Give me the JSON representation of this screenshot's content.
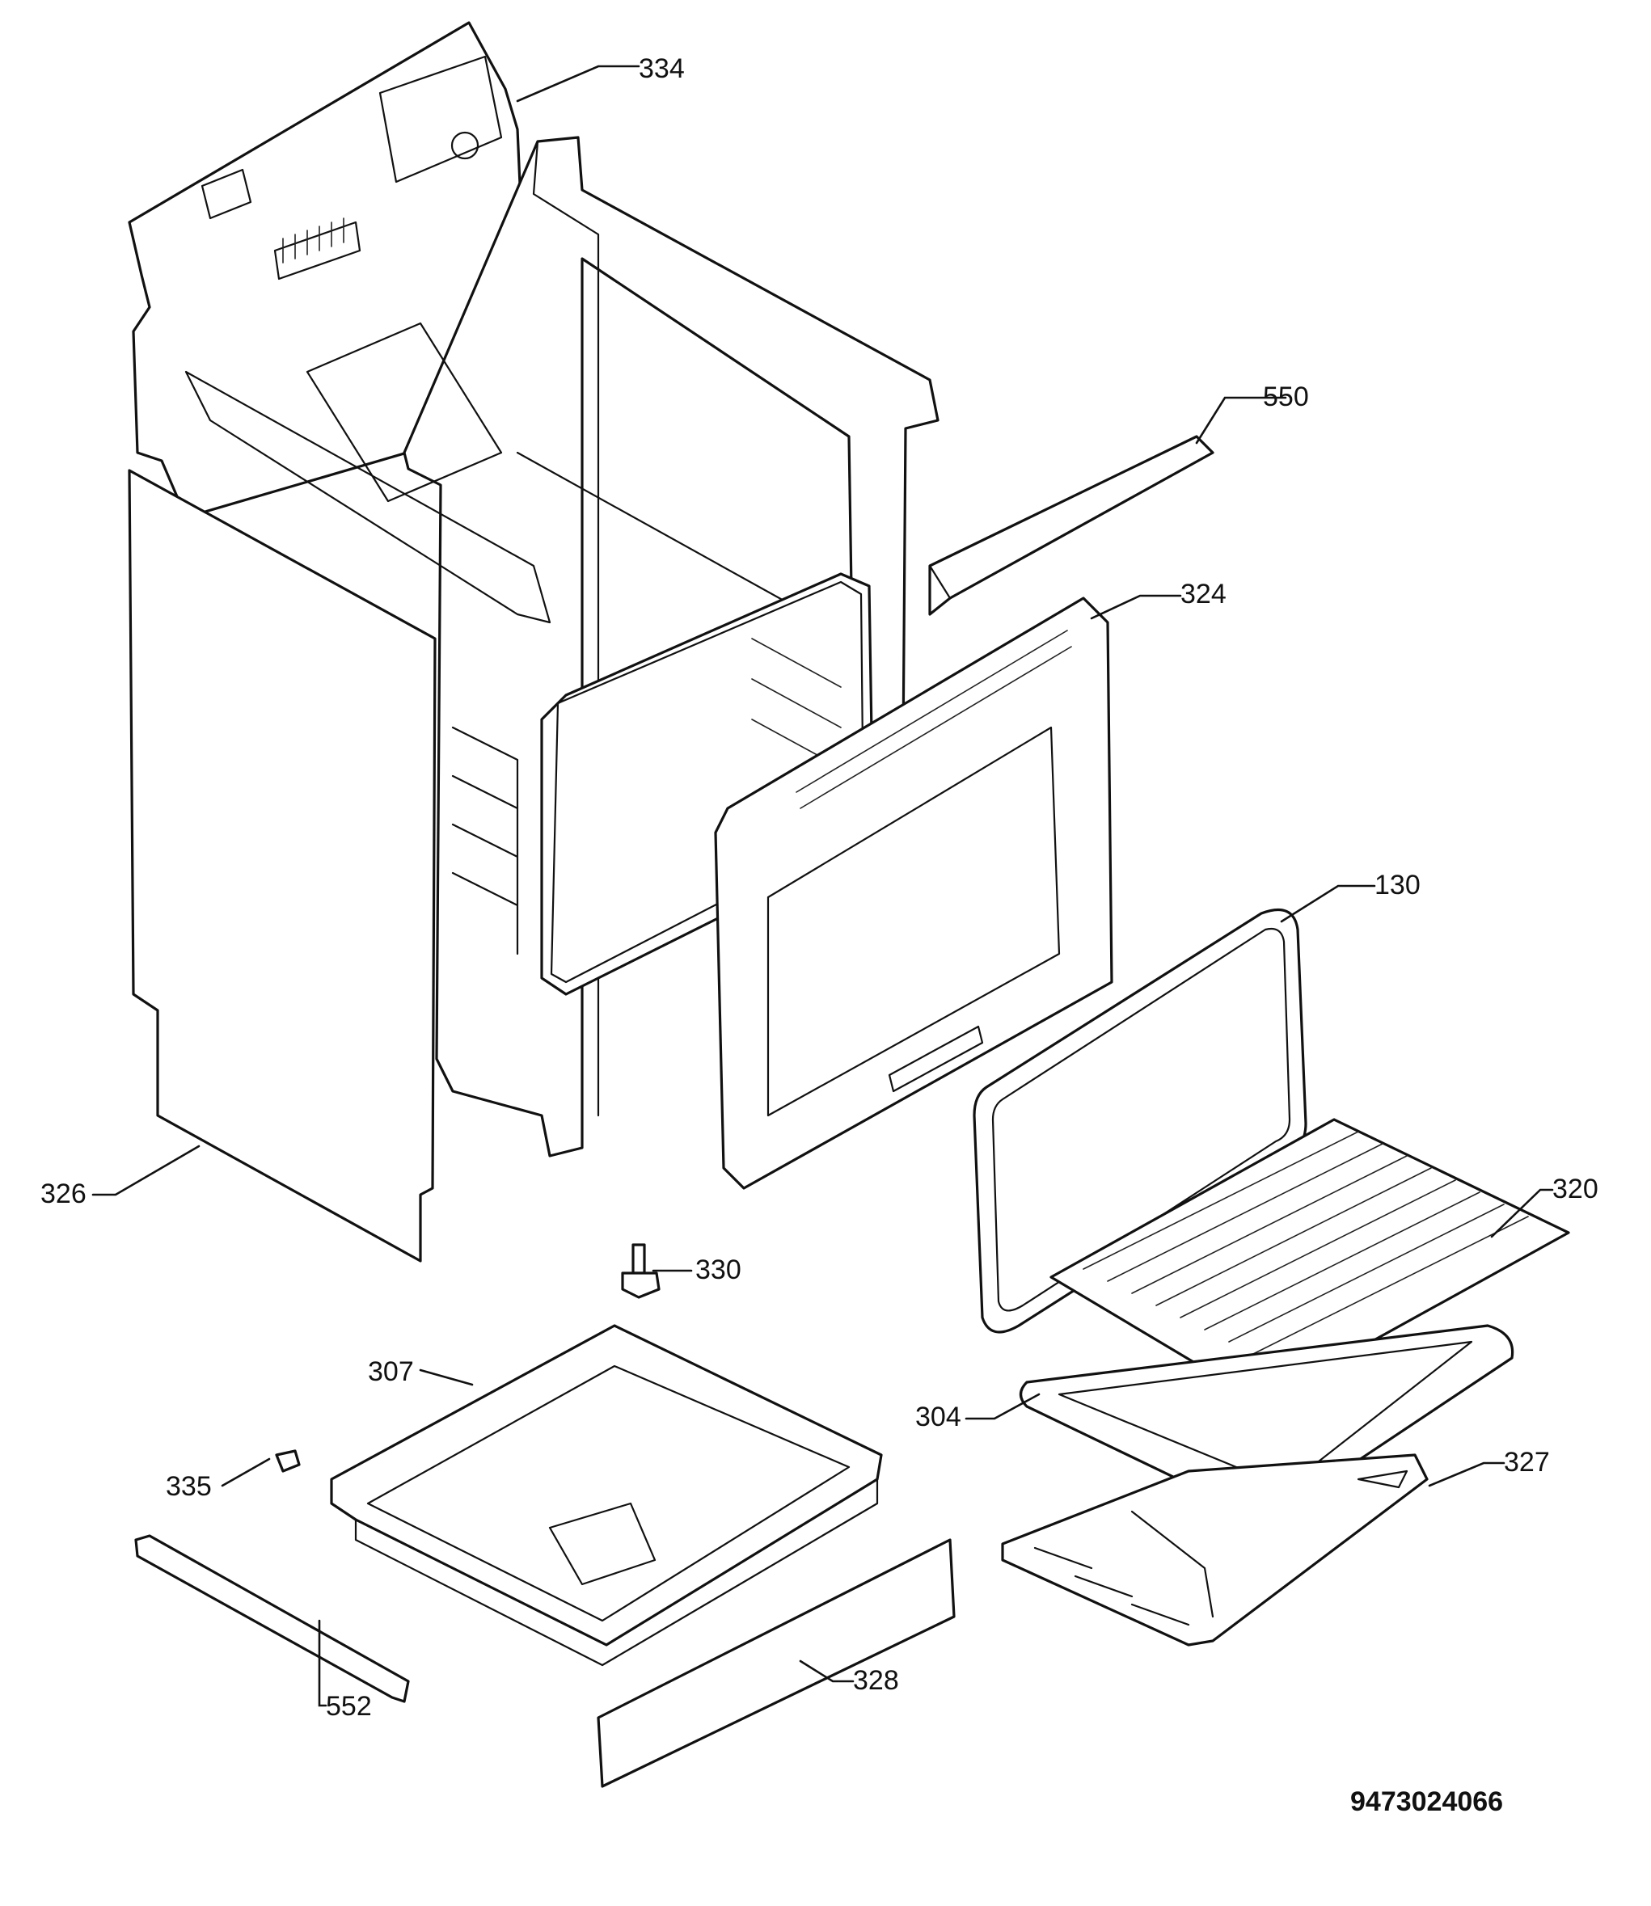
{
  "diagram": {
    "document_number": "9473024066",
    "callouts": [
      {
        "id": "334",
        "label": "334"
      },
      {
        "id": "550",
        "label": "550"
      },
      {
        "id": "324",
        "label": "324"
      },
      {
        "id": "130",
        "label": "130"
      },
      {
        "id": "320",
        "label": "320"
      },
      {
        "id": "326",
        "label": "326"
      },
      {
        "id": "330",
        "label": "330"
      },
      {
        "id": "307",
        "label": "307"
      },
      {
        "id": "304",
        "label": "304"
      },
      {
        "id": "335",
        "label": "335"
      },
      {
        "id": "327",
        "label": "327"
      },
      {
        "id": "328",
        "label": "328"
      },
      {
        "id": "552",
        "label": "552"
      }
    ]
  }
}
